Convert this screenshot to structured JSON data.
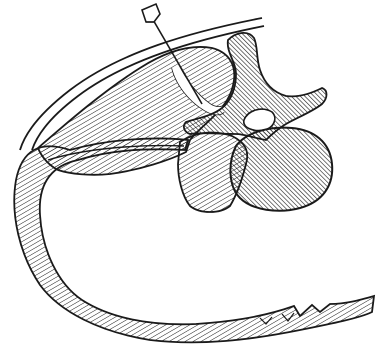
{
  "figure": {
    "description_text": "",
    "colors": {
      "ink": "#1a1a1a",
      "paper": "#ffffff",
      "shade": "#fafafa"
    },
    "hatch": {
      "fine_spacing": 4,
      "vertebra_spacing": 3.2,
      "fine_angle": 60,
      "vertebra_angle": -45
    }
  }
}
